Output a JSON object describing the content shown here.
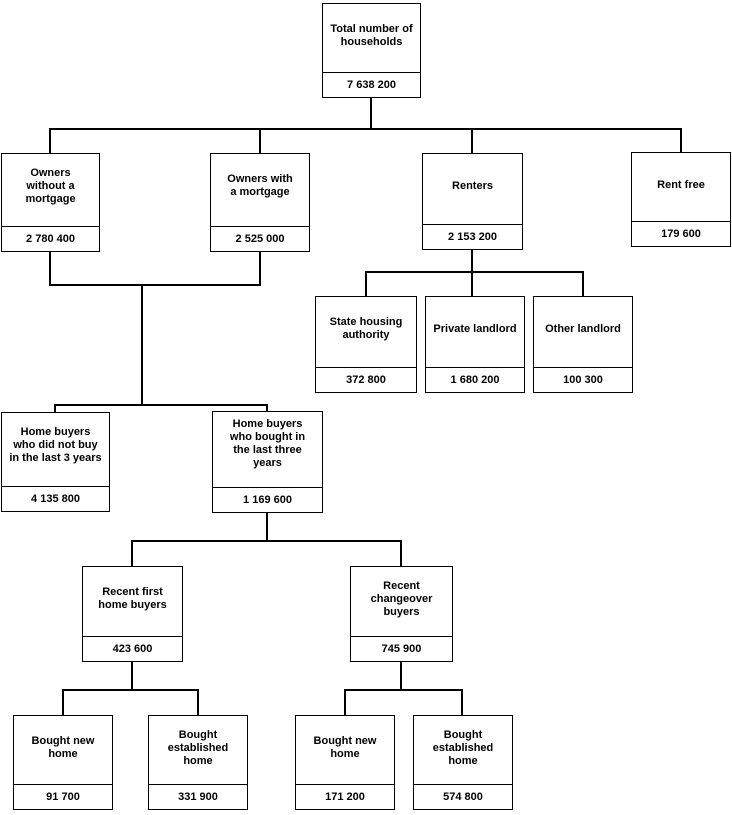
{
  "diagram": {
    "type": "tree",
    "nodes": {
      "total": {
        "label": "Total number of\nhouseholds",
        "value": "7 638 200"
      },
      "owners_without": {
        "label": "Owners\nwithout a\nmortgage",
        "value": "2 780 400"
      },
      "owners_with": {
        "label": "Owners with\na mortgage",
        "value": "2 525 000"
      },
      "renters": {
        "label": "Renters",
        "value": "2 153 200"
      },
      "rent_free": {
        "label": "Rent free",
        "value": "179 600"
      },
      "state_housing": {
        "label": "State housing\nauthority",
        "value": "372 800"
      },
      "private_landlord": {
        "label": "Private landlord",
        "value": "1 680 200"
      },
      "other_landlord": {
        "label": "Other landlord",
        "value": "100 300"
      },
      "not_recent_buyers": {
        "label": "Home buyers\nwho did not buy\nin the last 3 years",
        "value": "4 135 800"
      },
      "recent_buyers": {
        "label": "Home buyers\nwho bought in\nthe last three\nyears",
        "value": "1 169 600"
      },
      "recent_first": {
        "label": "Recent first\nhome buyers",
        "value": "423 600"
      },
      "recent_changeover": {
        "label": "Recent\nchangeover\nbuyers",
        "value": "745 900"
      },
      "first_new": {
        "label": "Bought new\nhome",
        "value": "91 700"
      },
      "first_established": {
        "label": "Bought\nestablished\nhome",
        "value": "331 900"
      },
      "changeover_new": {
        "label": "Bought new\nhome",
        "value": "171 200"
      },
      "changeover_established": {
        "label": "Bought\nestablished\nhome",
        "value": "574 800"
      }
    },
    "edges": [
      {
        "from": "total",
        "to": [
          "owners_without",
          "owners_with",
          "renters",
          "rent_free"
        ]
      },
      {
        "from": "renters",
        "to": [
          "state_housing",
          "private_landlord",
          "other_landlord"
        ]
      },
      {
        "from": [
          "owners_without",
          "owners_with"
        ],
        "merged": true,
        "to": [
          "not_recent_buyers",
          "recent_buyers"
        ]
      },
      {
        "from": "recent_buyers",
        "to": [
          "recent_first",
          "recent_changeover"
        ]
      },
      {
        "from": "recent_first",
        "to": [
          "first_new",
          "first_established"
        ]
      },
      {
        "from": "recent_changeover",
        "to": [
          "changeover_new",
          "changeover_established"
        ]
      }
    ],
    "colors": {
      "line": "#000000",
      "box_border": "#000000",
      "background": "#ffffff",
      "text": "#000000"
    }
  }
}
